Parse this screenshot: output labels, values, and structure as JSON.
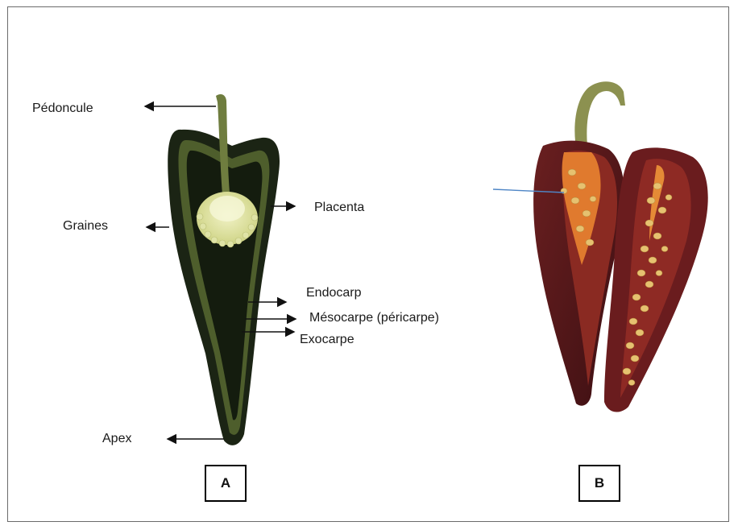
{
  "panel_a": {
    "labels": {
      "peduncle": "Pédoncule",
      "seeds": "Graines",
      "placenta": "Placenta",
      "endocarp": "Endocarp",
      "mesocarp": "Mésocarpe (péricarpe)",
      "exocarp": "Exocarpe",
      "apex": "Apex"
    },
    "box_label": "A",
    "colors": {
      "skin": "#1b2414",
      "flesh": "#4e5e2c",
      "placenta": "#e8ebb0",
      "stem": "#6f7d3f"
    }
  },
  "panel_b": {
    "box_label": "B",
    "colors": {
      "skin": "#5a1a1c",
      "flesh": "#8a2a22",
      "seeds": "#e6c170",
      "placenta": "#e07a2e",
      "stem": "#8c9150"
    }
  }
}
